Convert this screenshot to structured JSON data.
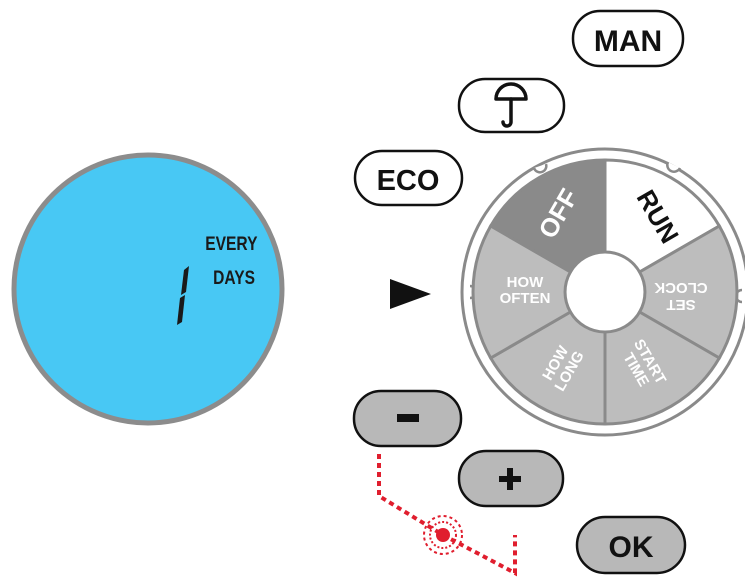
{
  "display": {
    "line1": "EVERY",
    "digit": "1",
    "line2": "DAYS",
    "background_color": "#48C8F4"
  },
  "buttons": {
    "man": "MAN",
    "rain_delay_icon": "umbrella-icon",
    "eco": "ECO",
    "minus": "-",
    "plus": "+",
    "ok": "OK"
  },
  "dial": {
    "segments": [
      {
        "label": "OFF",
        "active": false
      },
      {
        "label": "RUN",
        "active": true
      },
      {
        "label": "SET CLOCK",
        "line1": "SET",
        "line2": "CLOCK",
        "active": false
      },
      {
        "label": "START TIME",
        "line1": "START",
        "line2": "TIME",
        "active": false
      },
      {
        "label": "HOW LONG",
        "line1": "HOW",
        "line2": "LONG",
        "active": false
      },
      {
        "label": "HOW OFTEN",
        "line1": "HOW",
        "line2": "OFTEN",
        "active": false
      }
    ],
    "pointer_icon": "play-arrow-icon"
  },
  "colors": {
    "button_gray": "#B8B8B8",
    "dial_light": "#BDBDBD",
    "dial_dark": "#8A8A8A",
    "hint_red": "#E01E2E"
  }
}
